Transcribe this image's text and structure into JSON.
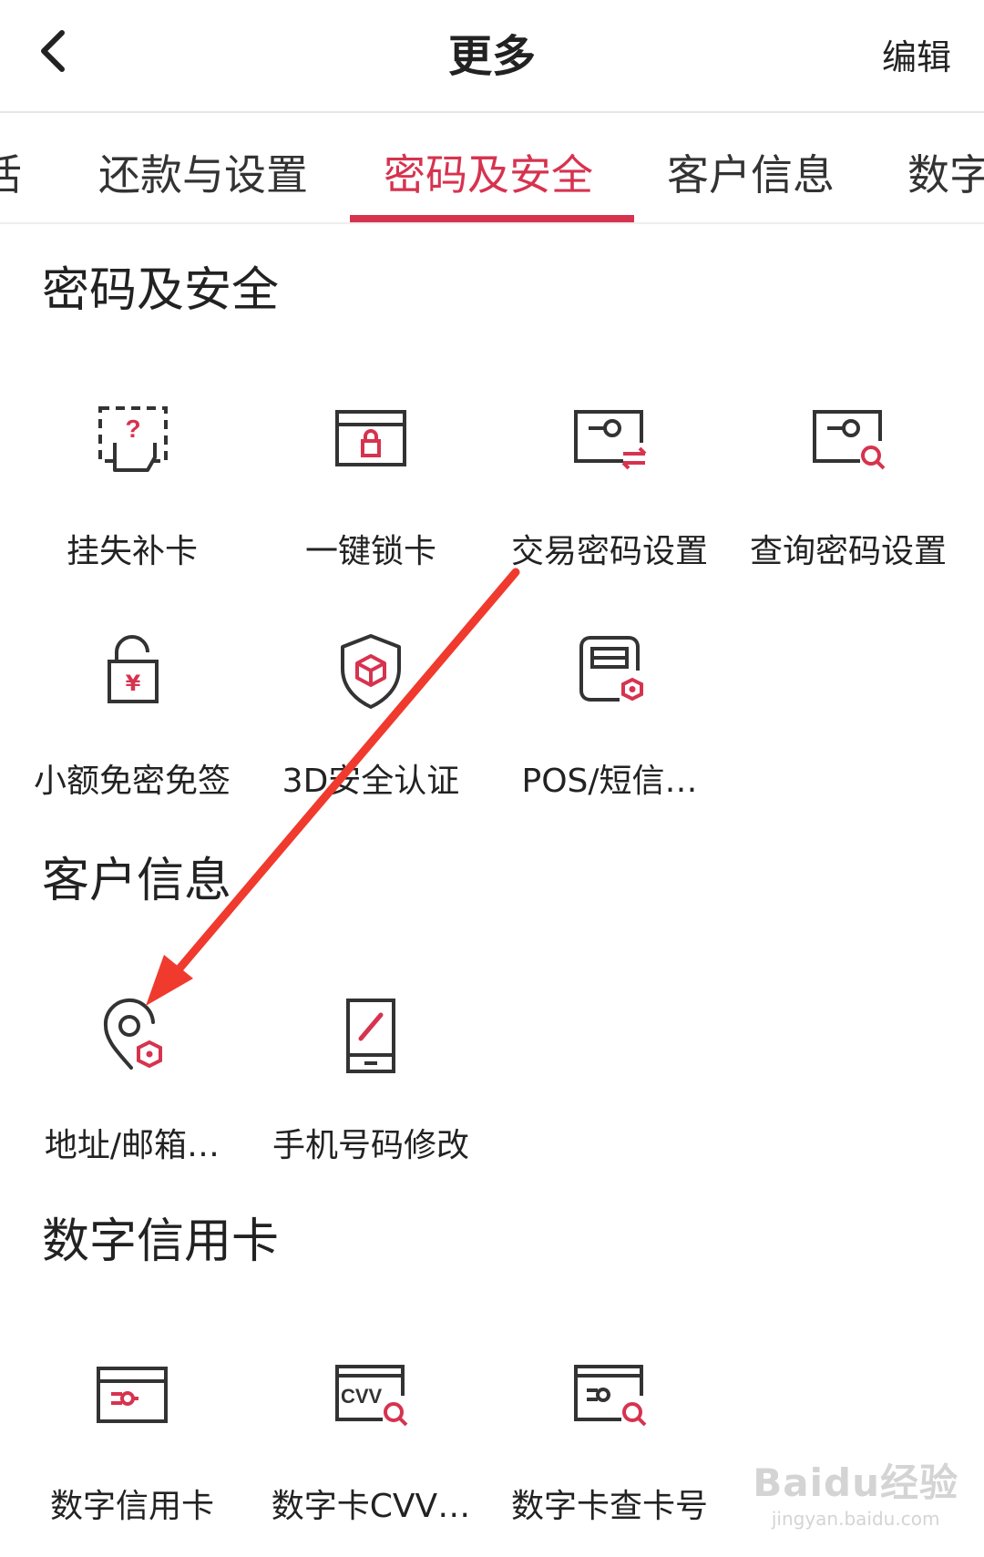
{
  "header": {
    "title": "更多",
    "edit_label": "编辑"
  },
  "tabs": [
    {
      "label": "活"
    },
    {
      "label": "还款与设置"
    },
    {
      "label": "密码及安全",
      "active": true
    },
    {
      "label": "客户信息"
    },
    {
      "label": "数字"
    }
  ],
  "sections": [
    {
      "title": "密码及安全",
      "items": [
        {
          "label": "挂失补卡",
          "icon": "lost-card-icon"
        },
        {
          "label": "一键锁卡",
          "icon": "lock-card-icon"
        },
        {
          "label": "交易密码设置",
          "icon": "transaction-password-icon"
        },
        {
          "label": "查询密码设置",
          "icon": "query-password-icon"
        },
        {
          "label": "小额免密免签",
          "icon": "small-payment-unlock-icon"
        },
        {
          "label": "3D安全认证",
          "icon": "shield-3d-icon"
        },
        {
          "label": "POS/短信…",
          "icon": "pos-sms-icon"
        }
      ]
    },
    {
      "title": "客户信息",
      "items": [
        {
          "label": "地址/邮箱…",
          "icon": "address-location-icon"
        },
        {
          "label": "手机号码修改",
          "icon": "phone-edit-icon"
        }
      ]
    },
    {
      "title": "数字信用卡",
      "items": [
        {
          "label": "数字信用卡",
          "icon": "digital-card-icon"
        },
        {
          "label": "数字卡CVV…",
          "icon": "cvv-search-icon"
        },
        {
          "label": "数字卡查卡号",
          "icon": "card-number-search-icon"
        }
      ]
    }
  ],
  "watermark": {
    "logo": "Baidu经验",
    "url": "jingyan.baidu.com"
  },
  "colors": {
    "accent": "#d6334f",
    "icon_stroke": "#333333",
    "arrow": "#f03a2e"
  }
}
